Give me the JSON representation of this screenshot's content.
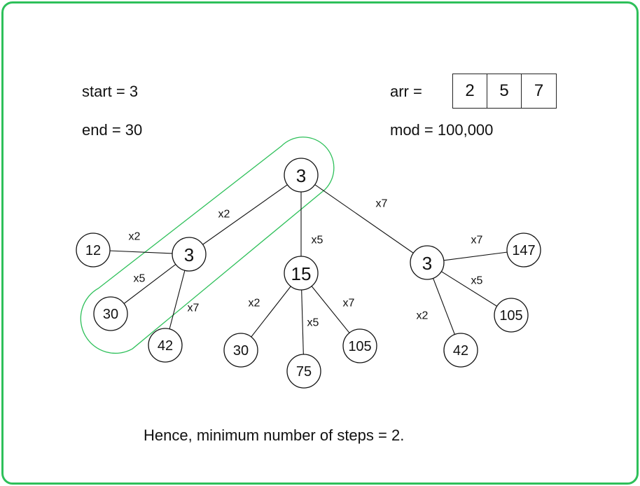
{
  "params": {
    "start": "start = 3",
    "end": "end = 30",
    "arr_label": "arr =",
    "arr": [
      "2",
      "5",
      "7"
    ],
    "mod": "mod =  100,000"
  },
  "highlight_color": "#2ec05a",
  "tree": {
    "nodes": [
      {
        "id": "root",
        "label": "3"
      },
      {
        "id": "a",
        "label": "3"
      },
      {
        "id": "b",
        "label": "15"
      },
      {
        "id": "c",
        "label": "3"
      },
      {
        "id": "a1",
        "label": "12"
      },
      {
        "id": "a2",
        "label": "30"
      },
      {
        "id": "a3",
        "label": "42"
      },
      {
        "id": "b1",
        "label": "30"
      },
      {
        "id": "b2",
        "label": "75"
      },
      {
        "id": "b3",
        "label": "105"
      },
      {
        "id": "c1",
        "label": "147"
      },
      {
        "id": "c2",
        "label": "105"
      },
      {
        "id": "c3",
        "label": "42"
      }
    ],
    "edges": [
      {
        "from": "root",
        "to": "a",
        "label": "x2"
      },
      {
        "from": "root",
        "to": "b",
        "label": "x5"
      },
      {
        "from": "root",
        "to": "c",
        "label": "x7"
      },
      {
        "from": "a",
        "to": "a1",
        "label": "x2"
      },
      {
        "from": "a",
        "to": "a2",
        "label": "x5"
      },
      {
        "from": "a",
        "to": "a3",
        "label": "x7"
      },
      {
        "from": "b",
        "to": "b1",
        "label": "x2"
      },
      {
        "from": "b",
        "to": "b2",
        "label": "x5"
      },
      {
        "from": "b",
        "to": "b3",
        "label": "x7"
      },
      {
        "from": "c",
        "to": "c1",
        "label": "x7"
      },
      {
        "from": "c",
        "to": "c2",
        "label": "x5"
      },
      {
        "from": "c",
        "to": "c3",
        "label": "x2"
      }
    ]
  },
  "conclusion": "Hence, minimum number of steps = 2."
}
